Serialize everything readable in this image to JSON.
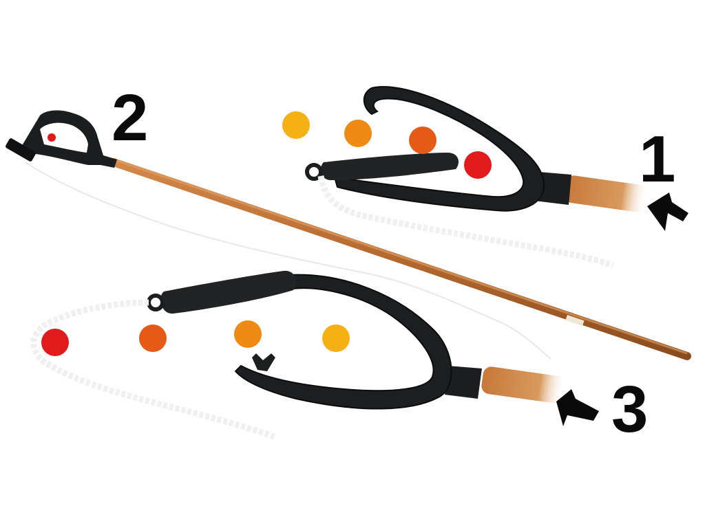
{
  "steps": [
    {
      "number": "1",
      "arrow": "arrow-pointing-left-icon"
    },
    {
      "number": "2",
      "arrow": ""
    },
    {
      "number": "3",
      "arrow": "arrow-pointing-right-icon"
    }
  ],
  "colors": {
    "background": "#ffffff",
    "hook_plastic": "#1b1c1d",
    "wood_pole": "#b4682f",
    "rope": "#f2f2f2",
    "arrow": "#0a0a0a",
    "dot_red": "#e11b1b",
    "dot_orange_red": "#e55a17",
    "dot_orange": "#ef8b14",
    "dot_yellow": "#f5b013"
  },
  "sequence_dots": {
    "top": [
      "yellow",
      "orange",
      "orange-red",
      "red"
    ],
    "bottom": [
      "red",
      "orange-red",
      "orange",
      "yellow"
    ],
    "handle": [
      "red"
    ]
  }
}
